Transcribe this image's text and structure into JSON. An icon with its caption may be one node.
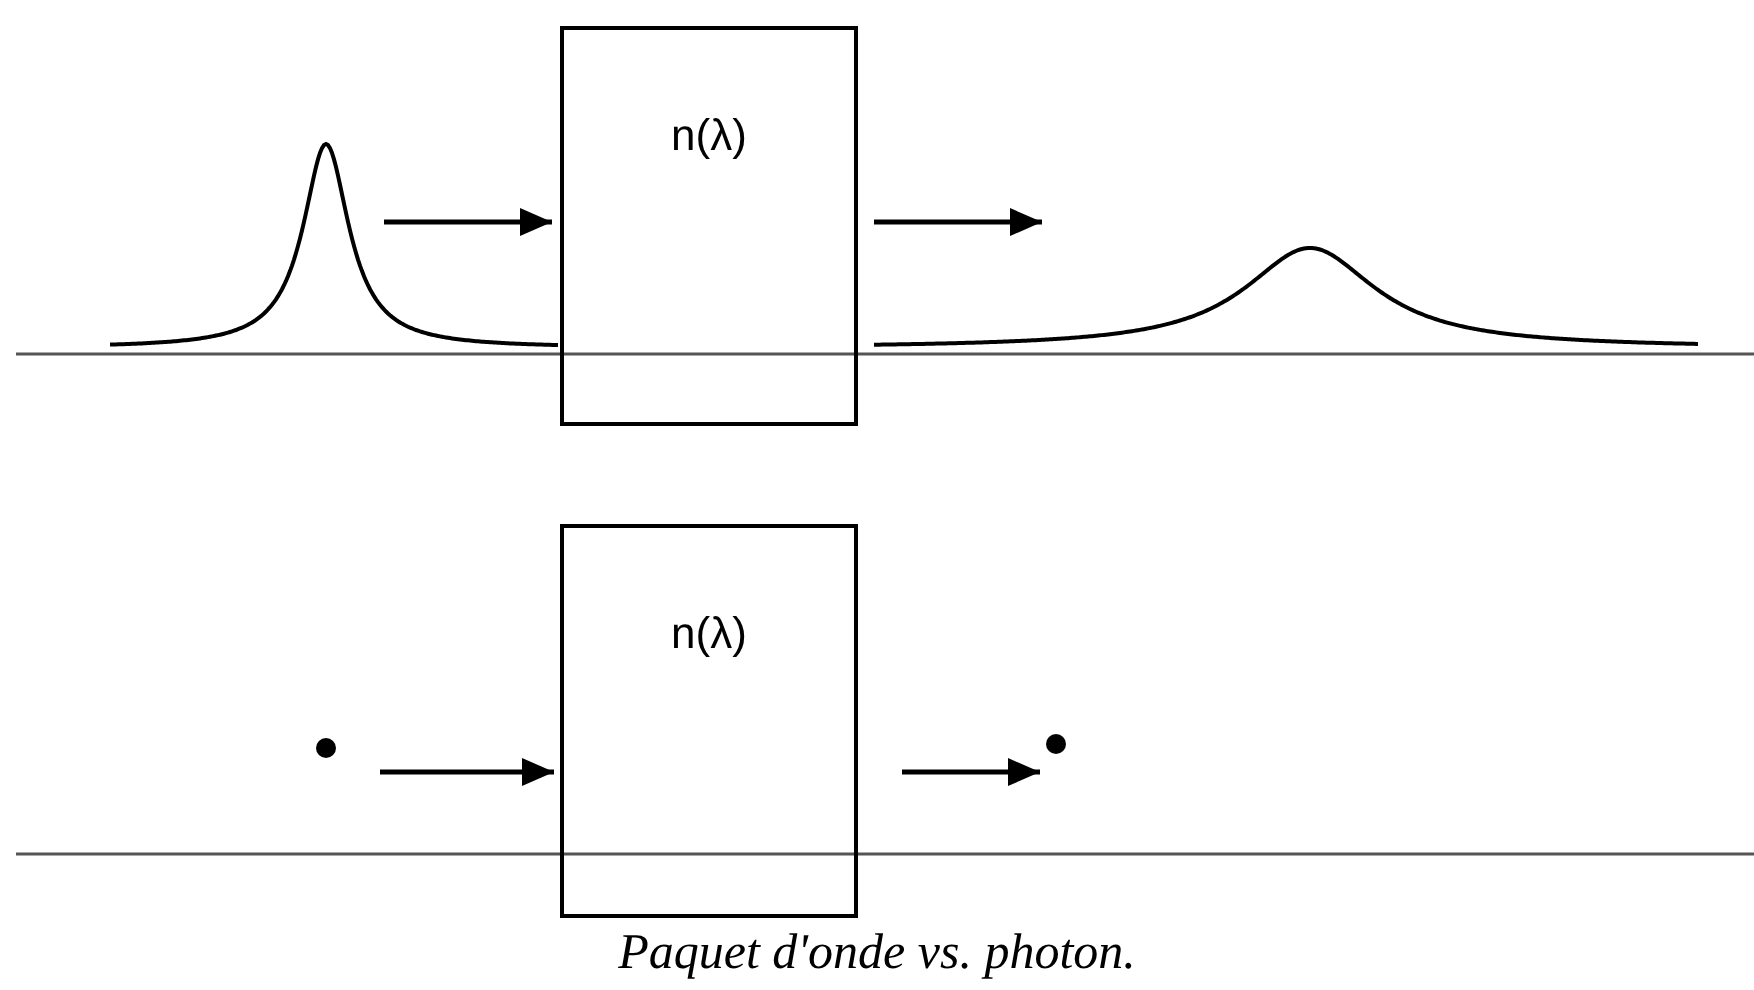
{
  "diagram": {
    "caption": "Paquet d'onde vs. photon.",
    "nodes": [
      {
        "text": [],
        "shape": "picture"
      },
      {
        "text": [
          "n(λ)"
        ]
      },
      {
        "text": [],
        "shape": "picture"
      },
      {
        "text": [],
        "shape": "circle"
      },
      {
        "text": [
          "n(λ)"
        ]
      },
      {
        "text": [],
        "shape": "circle"
      }
    ],
    "edges": [
      {
        "from": 0,
        "to": 1,
        "arrow": "to"
      },
      {
        "from": 1,
        "to": 2,
        "arrow": "to"
      },
      {
        "from": 3,
        "to": 4,
        "arrow": "to"
      },
      {
        "from": 4,
        "to": 5,
        "arrow": "to"
      }
    ]
  }
}
